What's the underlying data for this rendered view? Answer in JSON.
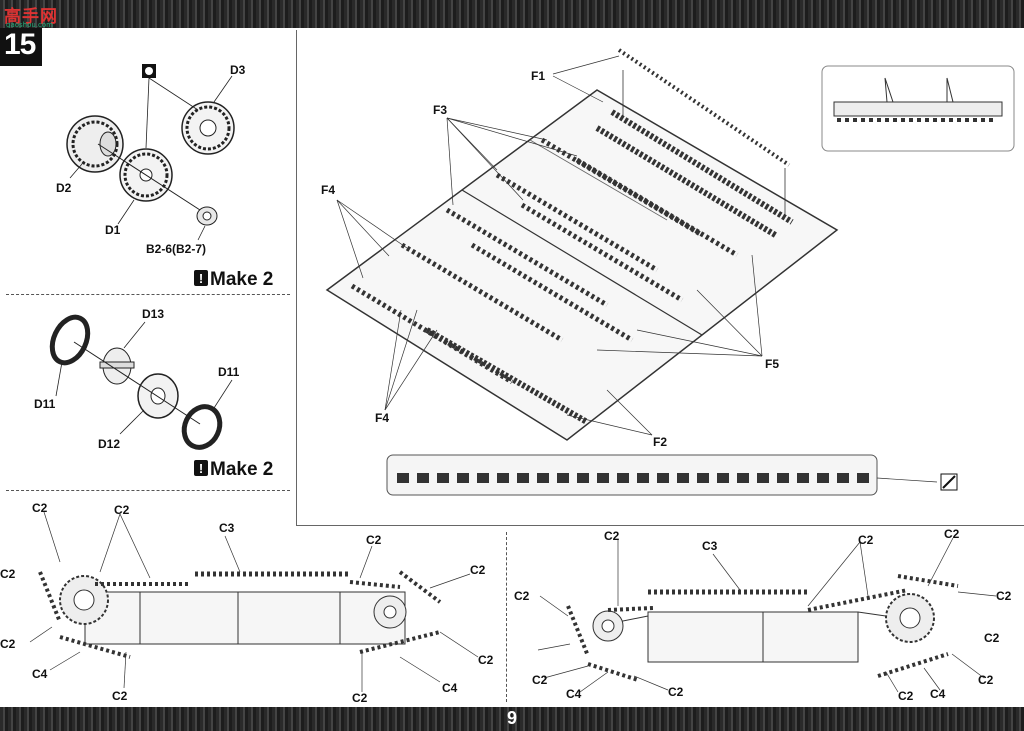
{
  "header": {
    "logo_main": "高手网",
    "logo_sub": "gaoshou.com",
    "step_number": "15"
  },
  "footer": {
    "page_number": "9"
  },
  "panel_wheel": {
    "labels": [
      "D3",
      "D2",
      "D1",
      "B2-6(B2-7)"
    ],
    "note": "Make 2"
  },
  "panel_idler": {
    "labels": [
      "D13",
      "D11",
      "D11",
      "D12"
    ],
    "note": "Make 2"
  },
  "sprue_panel": {
    "labels": [
      "F1",
      "F3",
      "F4",
      "F4",
      "F5",
      "F2"
    ]
  },
  "track_left": {
    "labels": [
      "C2",
      "C2",
      "C3",
      "C2",
      "C2",
      "C2",
      "C2",
      "C4",
      "C2",
      "C4",
      "C2",
      "C2"
    ]
  },
  "track_right": {
    "labels": [
      "C2",
      "C3",
      "C2",
      "C2",
      "C2",
      "C2",
      "C2",
      "C2",
      "C4",
      "C2",
      "C2",
      "C4",
      "C2"
    ]
  },
  "colors": {
    "band": "#2a2a2a",
    "ink": "#111111",
    "logo_red": "#dd3333"
  }
}
